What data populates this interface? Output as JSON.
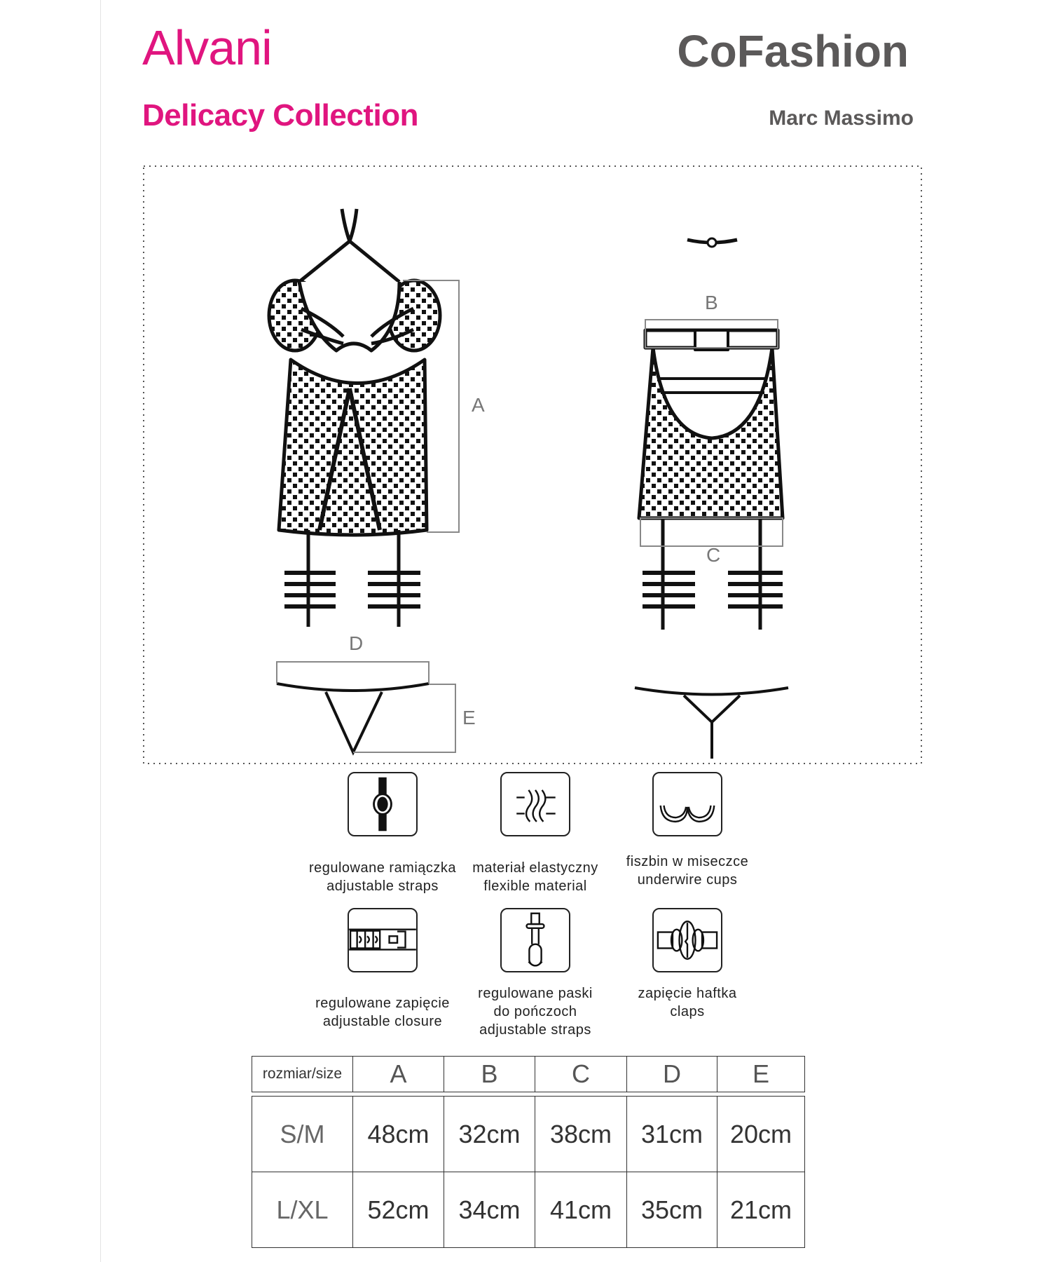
{
  "header": {
    "brand": "Alvani",
    "collection": "Delicacy Collection",
    "company": "CoFashion",
    "designer": "Marc Massimo"
  },
  "diagram": {
    "dimension_labels": {
      "A": "A",
      "B": "B",
      "C": "C",
      "D": "D",
      "E": "E"
    }
  },
  "features": [
    {
      "icon": "adjustable-strap-icon",
      "lines": [
        "regulowane ramiączka",
        "adjustable straps"
      ]
    },
    {
      "icon": "elastic-material-icon",
      "lines": [
        "materiał elastyczny",
        "flexible material"
      ]
    },
    {
      "icon": "underwire-cups-icon",
      "lines": [
        "fiszbin w miseczce",
        "underwire cups"
      ]
    },
    {
      "icon": "adjustable-closure-icon",
      "lines": [
        "regulowane zapięcie",
        "adjustable closure"
      ]
    },
    {
      "icon": "garter-strap-icon",
      "lines": [
        "regulowane paski",
        "do pończoch",
        "adjustable straps"
      ]
    },
    {
      "icon": "hook-clasp-icon",
      "lines": [
        "zapięcie haftka",
        "claps"
      ]
    }
  ],
  "size_table": {
    "header": [
      "rozmiar/size",
      "A",
      "B",
      "C",
      "D",
      "E"
    ],
    "rows": [
      [
        "S/M",
        "48cm",
        "32cm",
        "38cm",
        "31cm",
        "20cm"
      ],
      [
        "L/XL",
        "52cm",
        "34cm",
        "41cm",
        "35cm",
        "21cm"
      ]
    ]
  }
}
